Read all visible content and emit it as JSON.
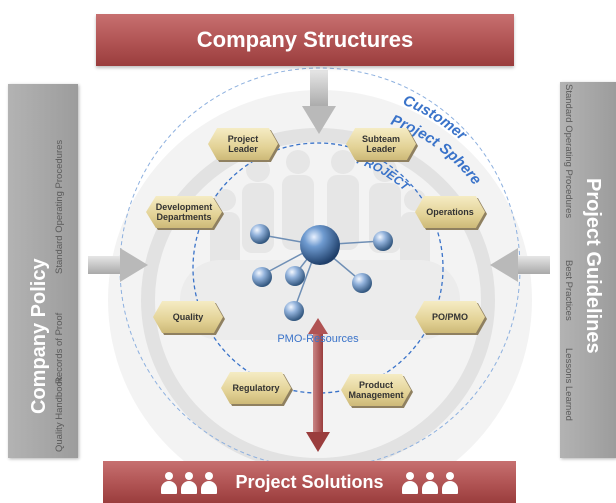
{
  "banners": {
    "top": "Company Structures",
    "bottom": "Project Solutions"
  },
  "left_panel": {
    "title": "Company Policy",
    "line1": "Standard Operating Procedures",
    "line2": "Records of Proof",
    "line3": "Quality Handbook"
  },
  "right_panel": {
    "title": "Project Guidelines",
    "line1": "Standard Operating Procedures",
    "line2": "Best Practices",
    "line3": "Lessons Learned"
  },
  "circles": {
    "outer_line1": "Customer",
    "outer_line2": "Project Sphere",
    "middle": "PROJECT",
    "inner": "PMO-Resources"
  },
  "nodes": [
    {
      "id": "project-leader",
      "label": "Project Leader"
    },
    {
      "id": "subteam-leader",
      "label": "Subteam Leader"
    },
    {
      "id": "development-departments",
      "label": "Development Departments"
    },
    {
      "id": "operations",
      "label": "Operations"
    },
    {
      "id": "quality",
      "label": "Quality"
    },
    {
      "id": "po-pmo",
      "label": "PO/PMO"
    },
    {
      "id": "regulatory",
      "label": "Regulatory"
    },
    {
      "id": "product-management",
      "label": "Product Management"
    }
  ],
  "colors": {
    "banner": "#b05353",
    "side_panel": "#a6a6a6",
    "hexagon": "#e3d296",
    "circle_line": "#3a73c9",
    "sphere": "#3e6fa8",
    "arrow": "#c9c9c9",
    "arrow_bottom": "#b05353"
  }
}
